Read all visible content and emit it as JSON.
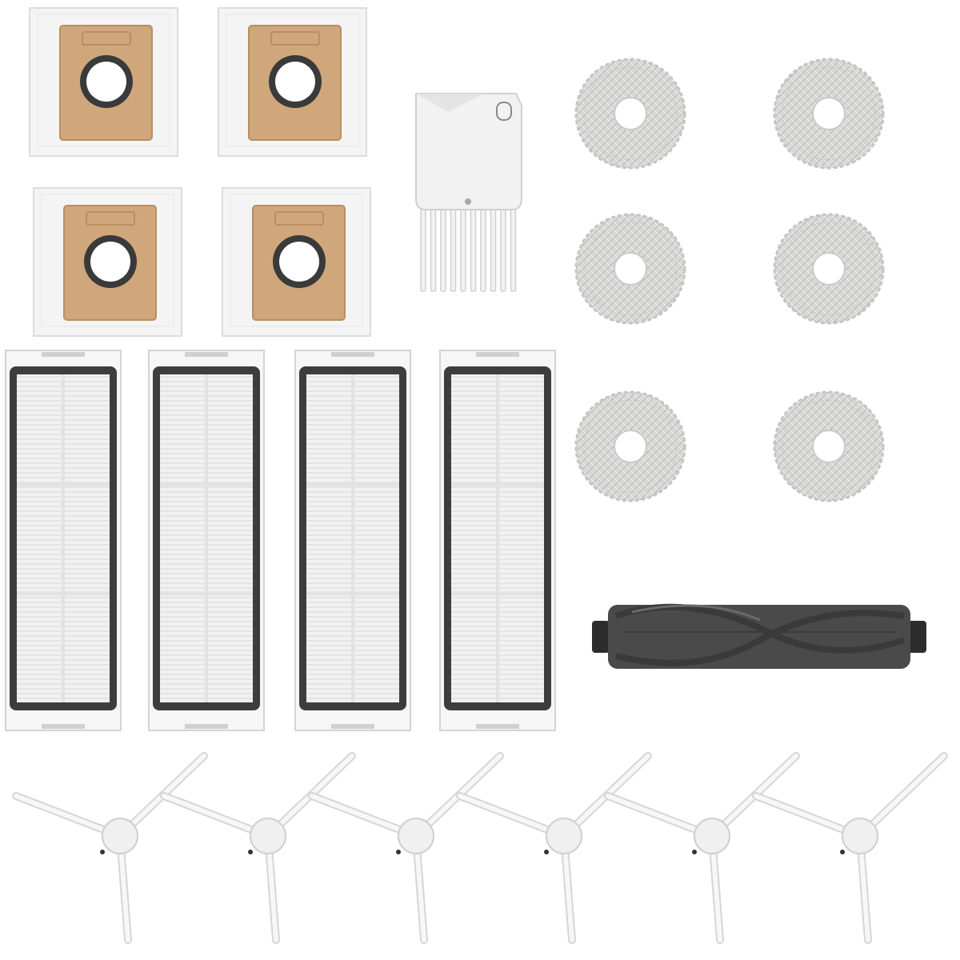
{
  "colors": {
    "background": "#ffffff",
    "bag_paper": "#f4f4f4",
    "bag_edge": "#dcdcdc",
    "bag_card": "#cfa77b",
    "bag_card_edge": "#b88e62",
    "seal_ring": "#3a3a3a",
    "filter_frame": "#f6f6f6",
    "filter_seal": "#3d3d3d",
    "filter_pleats": "#eeeeee",
    "mop_cloth": "#d9d9d7",
    "main_brush": "#4a4a4a",
    "main_brush_dark": "#2c2c2c",
    "side_brush_arm": "#f7f7f7",
    "side_brush_hub": "#f0f0f0",
    "tool_body": "#f2f2f2"
  },
  "items": {
    "dust_bags": 4,
    "cleaning_tool": 1,
    "mop_pads": 6,
    "hepa_filters": 4,
    "main_brush": 1,
    "side_brushes": 6
  },
  "icons": {
    "dust_bag": "dust-bag-icon",
    "cleaning_tool": "comb-brush-icon",
    "mop_pad": "mop-pad-icon",
    "hepa_filter": "filter-icon",
    "main_brush": "roller-brush-icon",
    "side_brush": "side-brush-icon"
  }
}
